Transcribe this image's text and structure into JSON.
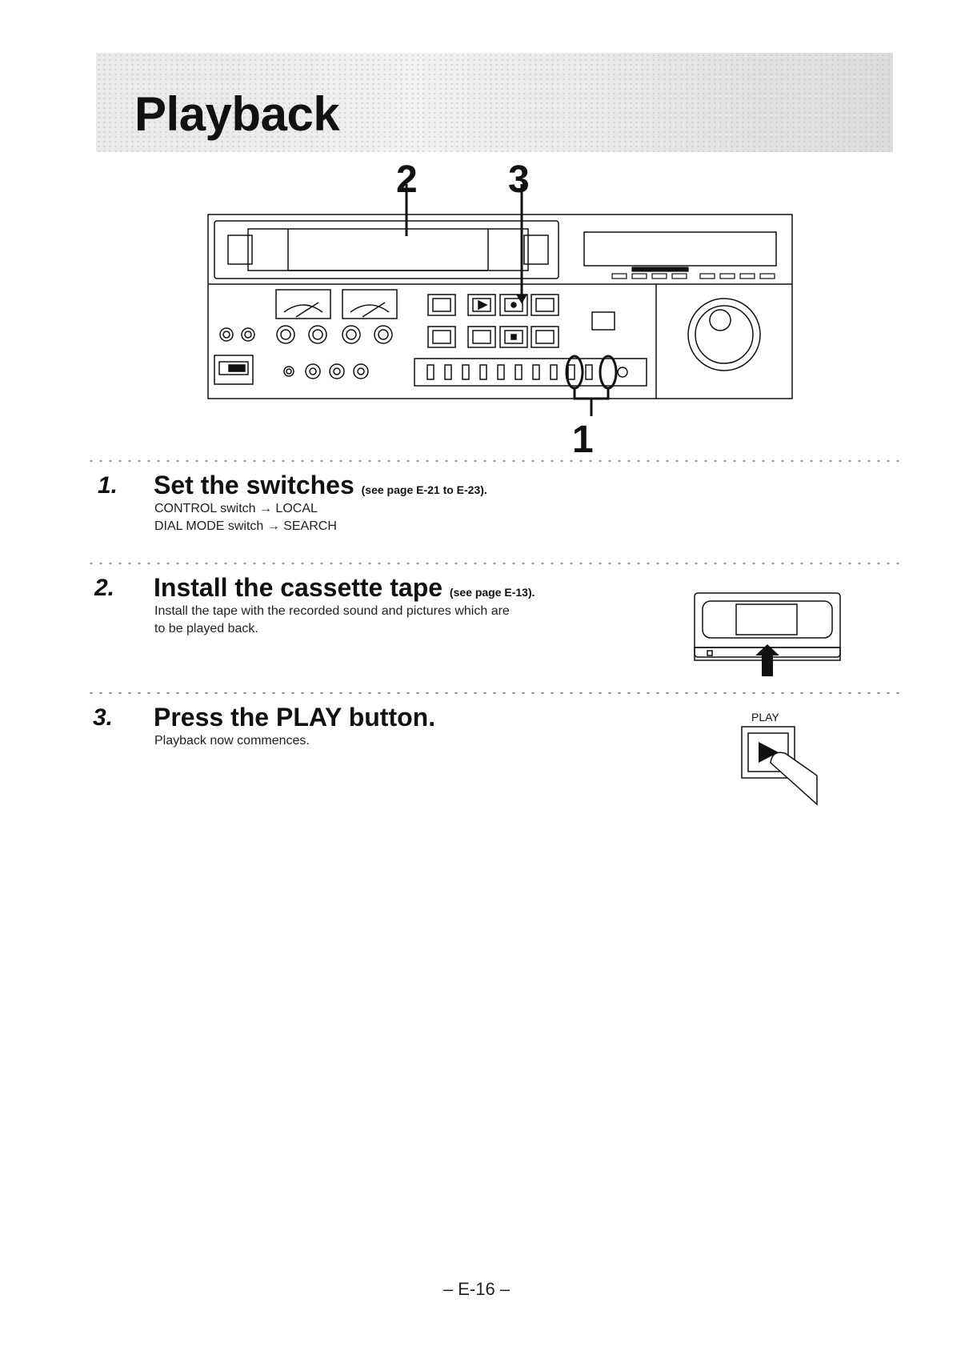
{
  "title": "Playback",
  "figure": {
    "callouts": [
      "2",
      "3",
      "1"
    ],
    "play_button_label": "PLAY"
  },
  "steps": [
    {
      "number": "1.",
      "title": "Set the switches",
      "reference": "(see page E-21 to E-23).",
      "lines": [
        "CONTROL switch → LOCAL",
        "DIAL MODE switch → SEARCH"
      ]
    },
    {
      "number": "2.",
      "title": "Install the cassette tape",
      "reference": "(see page E-13).",
      "lines": [
        "Install the tape with the recorded sound and pictures which are",
        "to be played back."
      ]
    },
    {
      "number": "3.",
      "title": "Press the PLAY button.",
      "reference": "",
      "lines": [
        "Playback now commences."
      ]
    }
  ],
  "page_number": "– E-16 –",
  "colors": {
    "ink": "#111111",
    "banner": "#e6e6e6"
  }
}
